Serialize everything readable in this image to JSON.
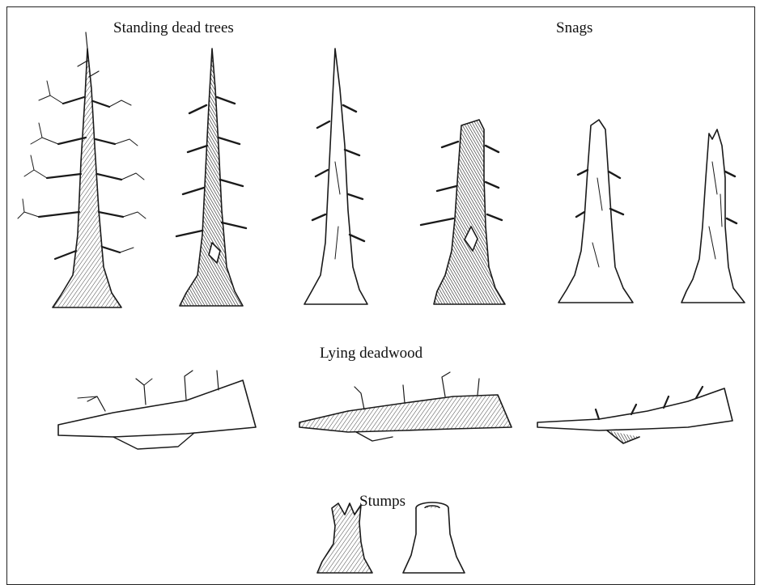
{
  "labels": {
    "standing_dead_trees": "Standing dead trees",
    "snags": "Snags",
    "lying_deadwood": "Lying deadwood",
    "stumps": "Stumps"
  },
  "colors": {
    "ink": "#1a1a1a",
    "background": "#ffffff",
    "frame": "#222222"
  }
}
